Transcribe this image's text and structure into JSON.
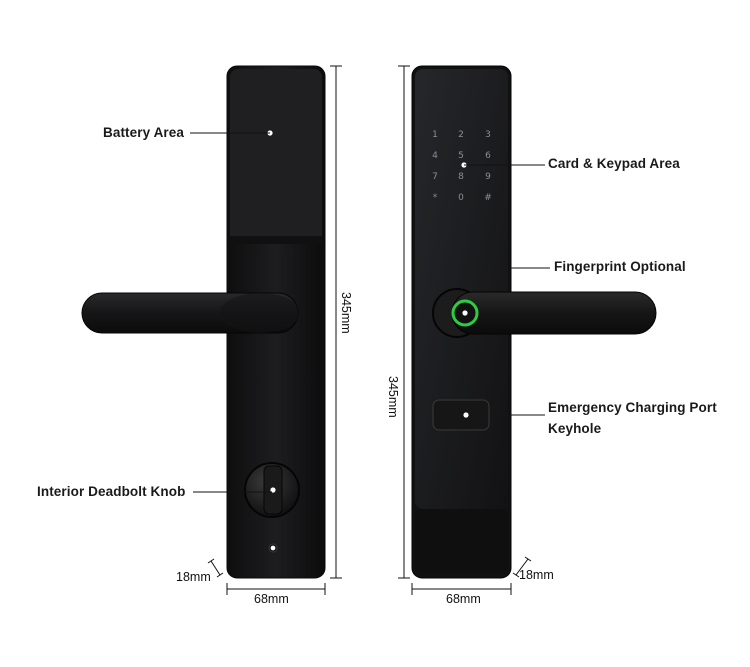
{
  "labels": {
    "battery_area": "Battery Area",
    "card_keypad_area": "Card & Keypad Area",
    "fingerprint_optional": "Fingerprint Optional",
    "emergency_line1": "Emergency Charging Port",
    "emergency_line2": "Keyhole",
    "interior_deadbolt_knob": "Interior Deadbolt Knob"
  },
  "dimensions": {
    "height_left": "345mm",
    "height_right": "345mm",
    "width_left": "68mm",
    "width_right": "68mm",
    "depth_left": "18mm",
    "depth_right": "18mm"
  },
  "keypad": [
    "1",
    "2",
    "3",
    "4",
    "5",
    "6",
    "7",
    "8",
    "9",
    "*",
    "0",
    "#"
  ],
  "colors": {
    "lock_body": "#141414",
    "panel_face": "#1c1c1e",
    "fingerprint_ring": "#2ecc40",
    "keypad_digits": "#8a8f96"
  }
}
